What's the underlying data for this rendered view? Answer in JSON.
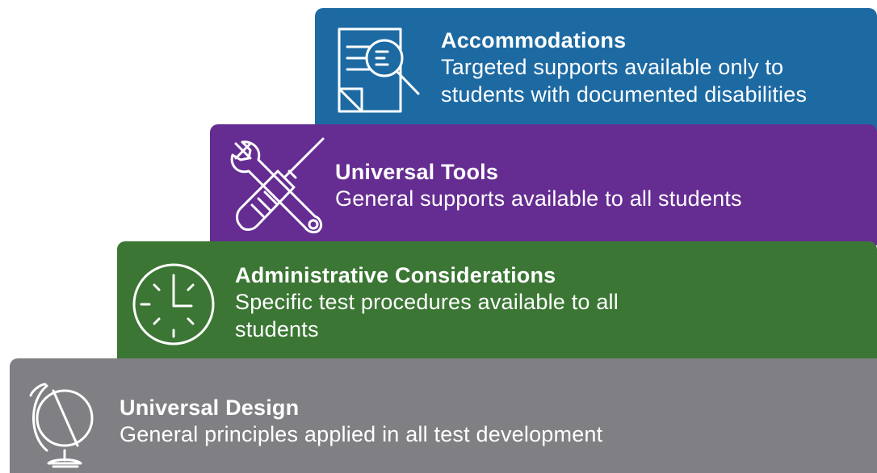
{
  "tiers": [
    {
      "title": "Accommodations",
      "description": "Targeted supports available only to students with documented disabilities",
      "color": "#1d6aa3",
      "icon": "document-magnifier-icon"
    },
    {
      "title": "Universal Tools",
      "description": "General supports available to all students",
      "color": "#652d91",
      "icon": "wrench-screwdriver-icon"
    },
    {
      "title": "Administrative Considerations",
      "description": "Specific test procedures available to all students",
      "color": "#3b7634",
      "icon": "clock-icon"
    },
    {
      "title": "Universal Design",
      "description": "General principles applied in all test development",
      "color": "#808084",
      "icon": "globe-icon"
    }
  ]
}
